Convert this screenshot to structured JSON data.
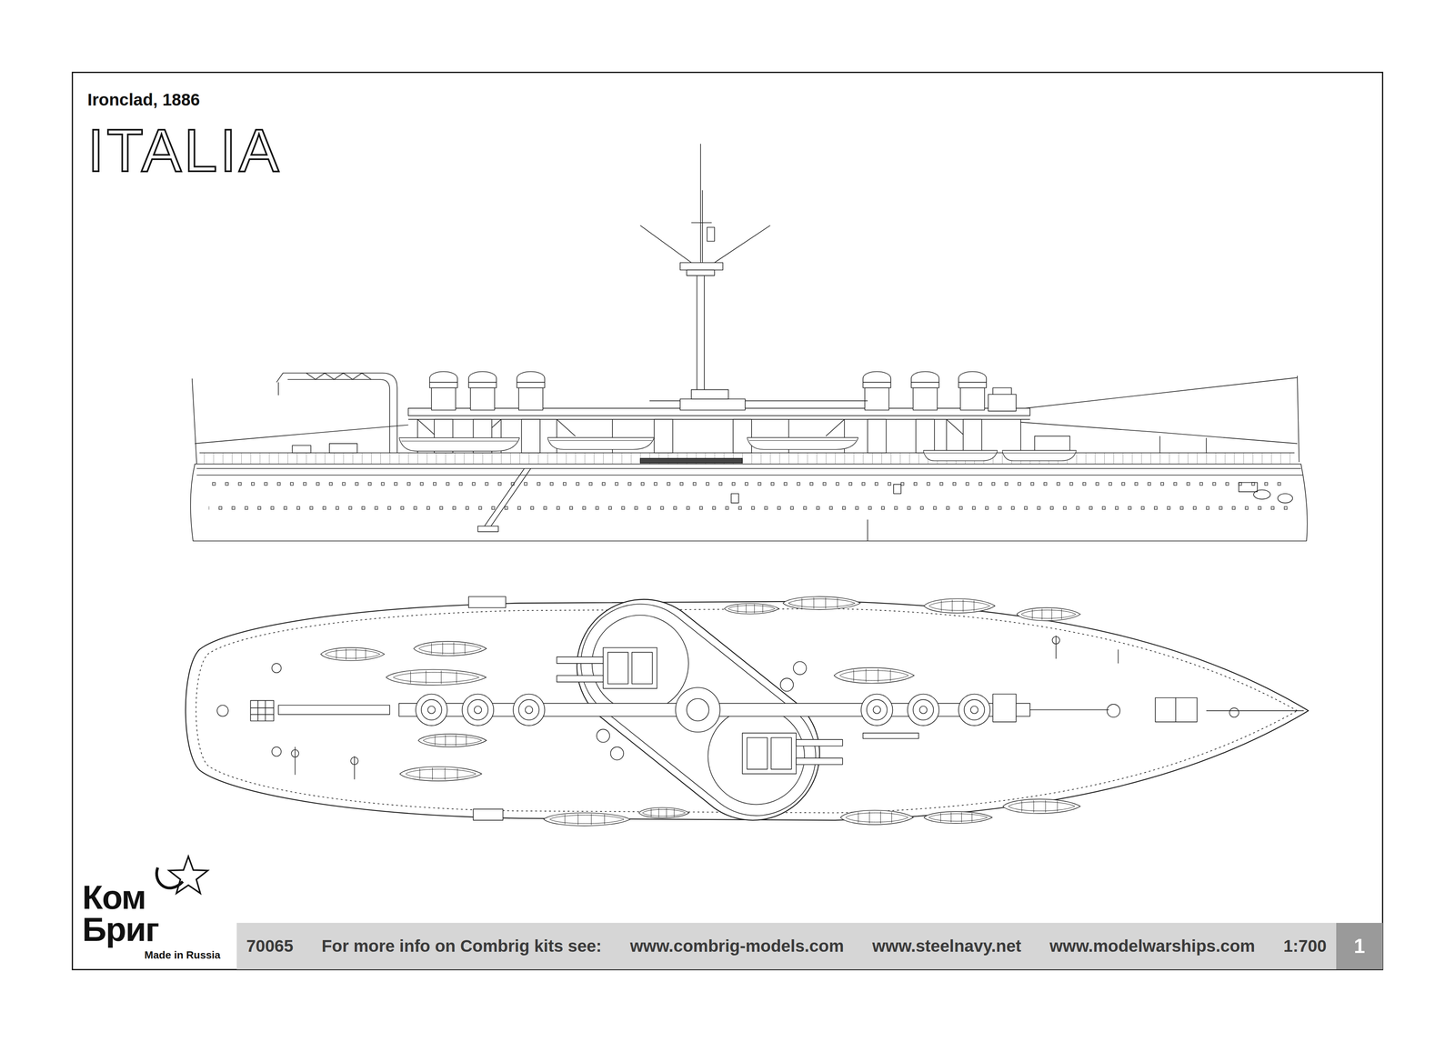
{
  "diagram": {
    "title": "ITALIA",
    "nodes": [
      {
        "text": [
          "70065",
          "For more info on Combrig kits see:",
          "www.combrig-models.com",
          "www.steelnavy.net",
          "www.modelwarships.com",
          "1:700"
        ]
      },
      {
        "text": [
          "1"
        ]
      }
    ],
    "labels": [
      "Ironclad, 1886",
      "Ком",
      "Бриг",
      "Made in Russia"
    ]
  }
}
